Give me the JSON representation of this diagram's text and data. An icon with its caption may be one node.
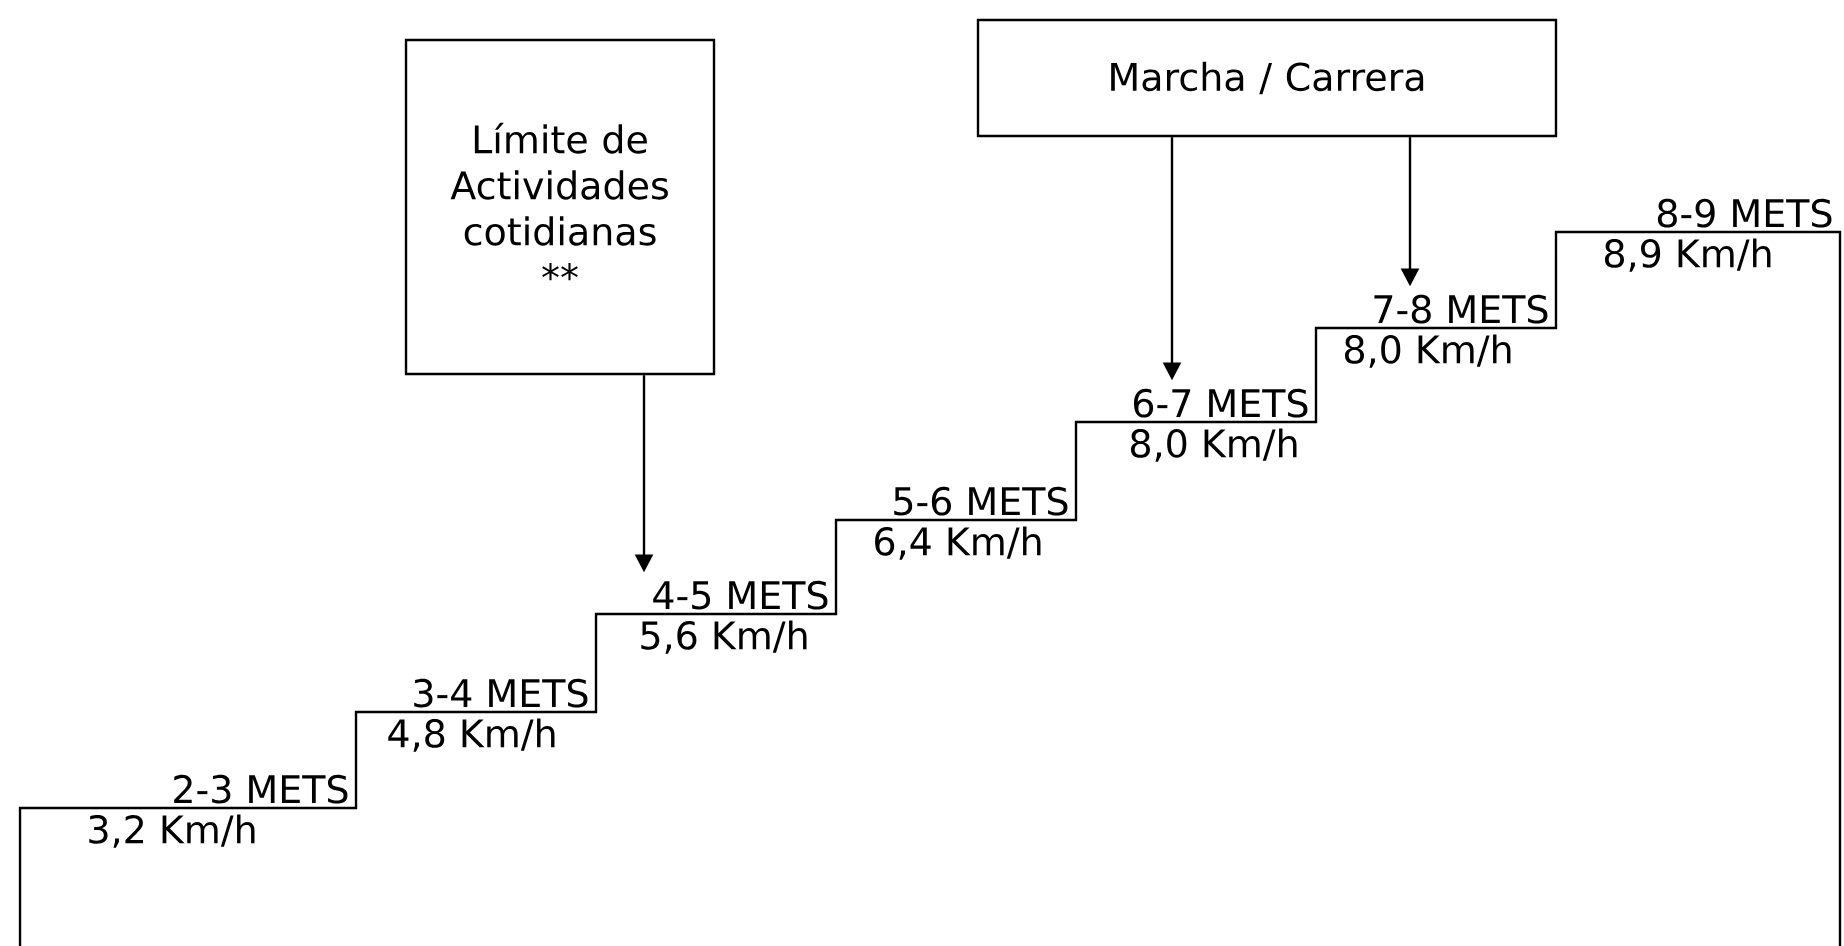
{
  "diagram": {
    "nodes": [
      {
        "text": [
          "Límite de Actividades cotidianas",
          "**"
        ]
      },
      {
        "text": [
          "Marcha / Carrera"
        ]
      },
      {
        "text": [
          "2-3 METS"
        ]
      },
      {
        "text": [
          "3-4 METS"
        ]
      },
      {
        "text": [
          "4-5 METS"
        ]
      },
      {
        "text": [
          "5-6 METS"
        ]
      },
      {
        "text": [
          "6-7 METS"
        ]
      },
      {
        "text": [
          "7-8 METS"
        ]
      },
      {
        "text": [
          "8-9 METS"
        ]
      }
    ],
    "edges": [
      {
        "from": 0,
        "to": 4,
        "arrow": "to"
      },
      {
        "from": 1,
        "to": 6,
        "arrow": "to"
      },
      {
        "from": 1,
        "to": 7,
        "arrow": "to"
      }
    ],
    "labels": [
      "3,2 Km/h",
      "4,8 Km/h",
      "5,6 Km/h",
      "6,4 Km/h",
      "8,0 Km/h",
      "8,0 Km/h",
      "8,9 Km/h"
    ]
  }
}
